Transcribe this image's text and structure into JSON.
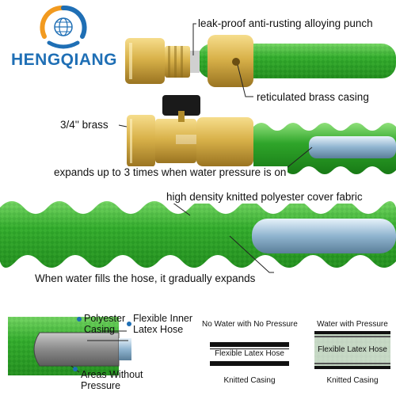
{
  "brand": {
    "name": "HENGQIANG"
  },
  "colors": {
    "hose_green": "#2fa52a",
    "brass": "#d9b24a",
    "brand_blue": "#1f6fb5",
    "brand_orange": "#f29a1f"
  },
  "callouts": {
    "punch": "leak-proof anti-rusting alloying punch",
    "casing": "reticulated brass casing",
    "brass": "3/4'' brass",
    "expands": "expands up to 3 times when water pressure is on",
    "fabric": "high density knitted polyester cover fabric",
    "fills": "When water fills the hose, it gradually expands"
  },
  "cross_section": {
    "polyester_casing": "Polyester Casing",
    "flexible_inner": "Flexible Inner Latex Hose",
    "areas_without_pressure": "Areas Without Pressure"
  },
  "comparison": {
    "no_water_title": "No Water with No Pressure",
    "water_title": "Water with Pressure",
    "latex_hose_label": "Flexible Latex Hose",
    "knitted_casing_label": "Knitted Casing"
  }
}
